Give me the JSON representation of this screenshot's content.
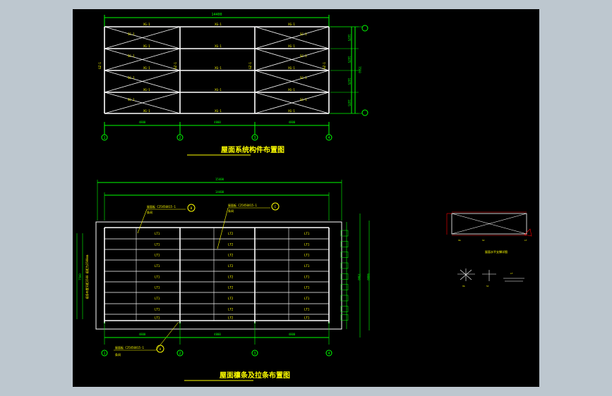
{
  "app": {
    "canvas_background": "#000000",
    "frame_background": "#bdc7cf"
  },
  "colors": {
    "line": "#ffffff",
    "dim": "#00ff00",
    "label": "#ffff00",
    "axis": "#00ff00",
    "red": "#ff0000"
  },
  "plan1": {
    "title": "屋面系统构件布置图",
    "overall_dim": "14400",
    "bay_dims": [
      "4800",
      "4800",
      "4800"
    ],
    "side_dims": [
      "1875",
      "1875",
      "1875",
      "1875"
    ],
    "side_total": "7500",
    "axes": [
      "1",
      "2",
      "3",
      "4"
    ],
    "row_labels": [
      "XG-1",
      "XG-1",
      "XG-1",
      "XG-1",
      "XG-1"
    ],
    "mid_labels": [
      "XG-1",
      "XG-1",
      "XG-1",
      "XG-1",
      "XG-1"
    ],
    "brace_labels": [
      "SC-1",
      "SC-1",
      "SC-1",
      "SC-1"
    ],
    "col_label": "GZ-1"
  },
  "plan2": {
    "title": "屋面檩条及拉条布置图",
    "overall_dim_outer": "15400",
    "overall_dim": "14400",
    "bay_dims": [
      "4800",
      "4800",
      "4800"
    ],
    "side_dims": [
      "800",
      "1500",
      "1500",
      "1500",
      "1500",
      "1500",
      "800"
    ],
    "side_total": "7500",
    "side_total_outer": "9000",
    "axes": [
      "1",
      "2",
      "3",
      "4"
    ],
    "note1": "屋面板 C25X50X15-1",
    "note1b": "条间",
    "note2": "屋面板 C25X50X15-1",
    "note2b": "条间",
    "note3": "屋面板 C25X50X15-1",
    "note3b": "条间",
    "purlin_label": "LT1",
    "purlin_label2": "LT2",
    "vertical_note": "檩条布置间距1500 檩距为1500mm",
    "circle_marks": [
      "B",
      "C",
      "A"
    ]
  },
  "detail": {
    "title": "屋面水平支撑详图",
    "detail_labels": [
      "XG",
      "SC",
      "LT"
    ]
  }
}
